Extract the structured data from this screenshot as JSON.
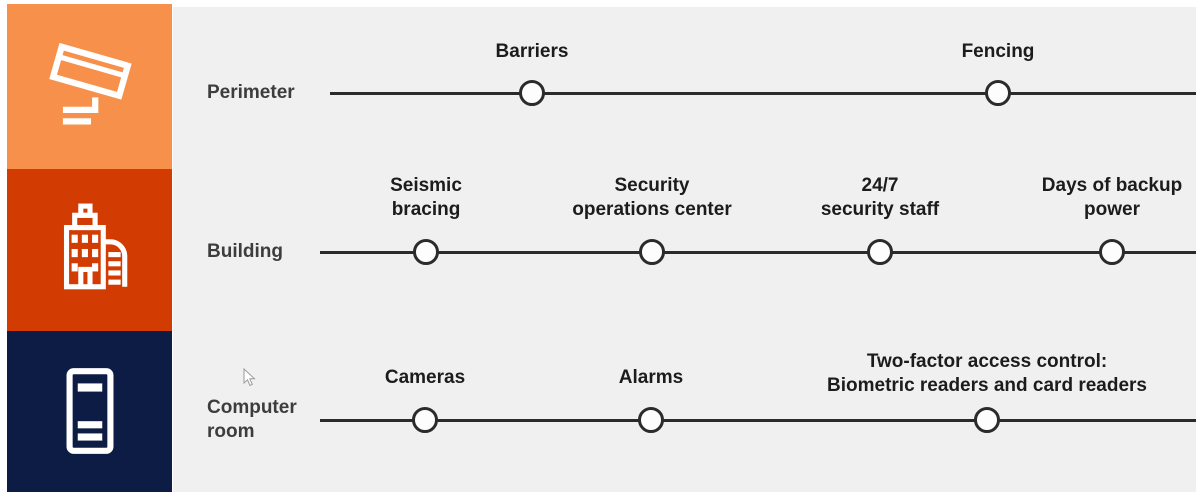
{
  "colors": {
    "panel_bg": "#F0F0F0",
    "perimeter_block": "#F7904A",
    "building_block": "#D23B01",
    "computer_room_block": "#0D1C44",
    "line": "#2B2B2B",
    "node_label": "#1C1C1C",
    "row_label": "#3D3D3D"
  },
  "rows": [
    {
      "label": "Perimeter",
      "icon": "security-camera-icon",
      "nodes": [
        {
          "label": "Barriers"
        },
        {
          "label": "Fencing"
        }
      ]
    },
    {
      "label": "Building",
      "icon": "building-icon",
      "nodes": [
        {
          "label": "Seismic\nbracing"
        },
        {
          "label": "Security\noperations center"
        },
        {
          "label": "24/7\nsecurity staff"
        },
        {
          "label": "Days of backup\npower"
        }
      ]
    },
    {
      "label": "Computer\nroom",
      "icon": "server-icon",
      "nodes": [
        {
          "label": "Cameras"
        },
        {
          "label": "Alarms"
        },
        {
          "label": "Two-factor access control:\nBiometric readers and card readers"
        }
      ]
    }
  ]
}
